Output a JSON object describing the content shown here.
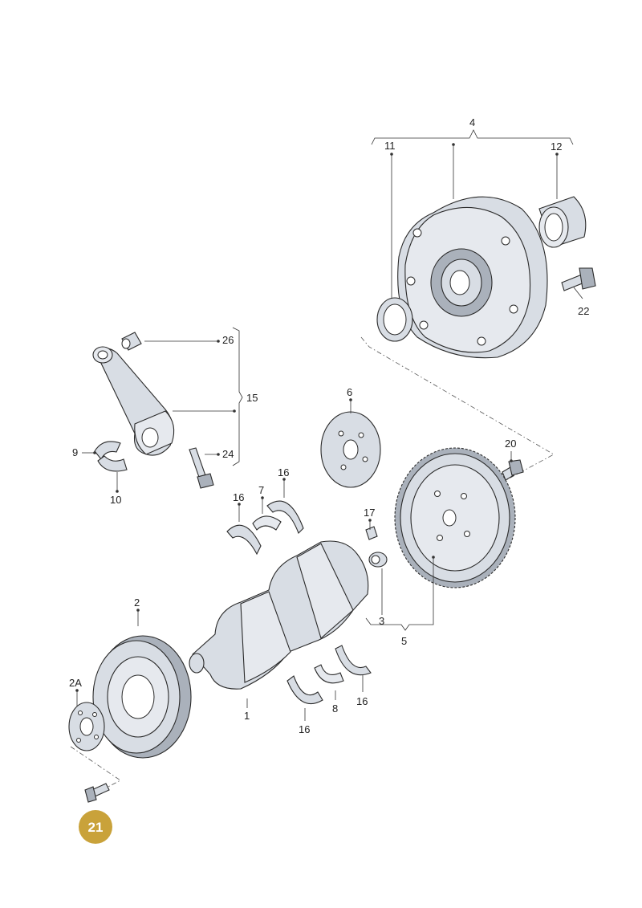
{
  "labels": {
    "l1": "1",
    "l2": "2",
    "l2a": "2A",
    "l3": "3",
    "l4": "4",
    "l5": "5",
    "l6": "6",
    "l7": "7",
    "l8": "8",
    "l9": "9",
    "l10": "10",
    "l11": "11",
    "l12": "12",
    "l15": "15",
    "l16a": "16",
    "l16b": "16",
    "l16c": "16",
    "l16d": "16",
    "l17": "17",
    "l20": "20",
    "l22": "22",
    "l24": "24",
    "l26": "26"
  },
  "badge": {
    "text": "21",
    "color": "#c9a23a"
  },
  "colors": {
    "part": "#d8dde4",
    "outline": "#2a2a2a"
  }
}
